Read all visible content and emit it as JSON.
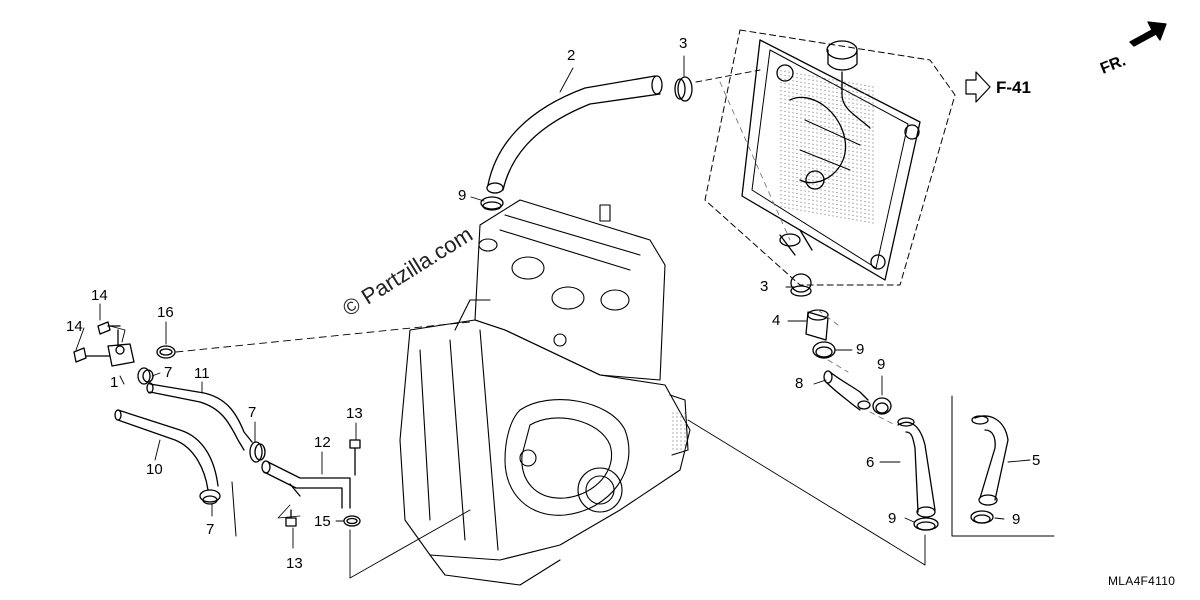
{
  "watermark": "© Partzilla.com",
  "front_marker": "FR.",
  "ref_label": "F-41",
  "diagram_code": "MLA4F4110",
  "callouts": [
    "2",
    "3",
    "9",
    "3",
    "4",
    "9",
    "9",
    "8",
    "6",
    "9",
    "5",
    "9",
    "14",
    "14",
    "16",
    "1",
    "7",
    "11",
    "7",
    "10",
    "7",
    "13",
    "12",
    "15",
    "13"
  ]
}
